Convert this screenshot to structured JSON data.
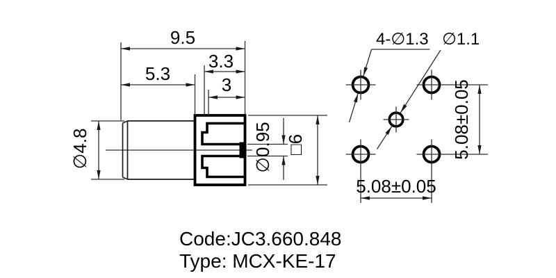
{
  "side_view": {
    "dim_total_width": "9.5",
    "dim_body_length": "5.3",
    "dim_flange_depth": "3.3",
    "dim_slot_depth": "3",
    "dim_body_diameter": "∅4.8",
    "dim_pin_diameter": "∅0.95",
    "dim_flange_square": "□6"
  },
  "footprint_view": {
    "dim_corner_holes": "4-∅1.3",
    "dim_center_hole": "∅1.1",
    "dim_hole_pitch_horizontal": "5.08±0.05",
    "dim_hole_pitch_vertical": "5.08±0.05"
  },
  "footer": {
    "code": "Code:JC3.660.848",
    "type": "Type: MCX-KE-17"
  }
}
